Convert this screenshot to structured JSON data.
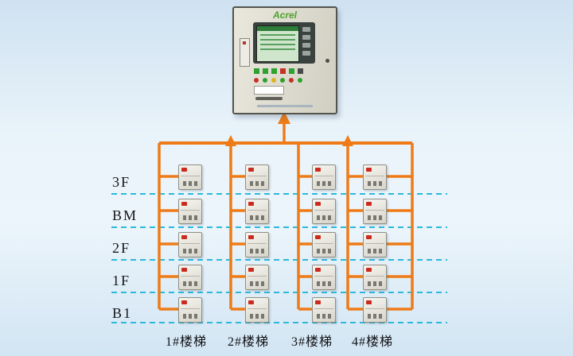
{
  "colors": {
    "wire": "#ee7b17",
    "separator": "#2bb9dc",
    "brand": "#4ca32b",
    "led": "#cc2a1e"
  },
  "cabinet": {
    "brand": "Acrel"
  },
  "floors": [
    {
      "label": "3F"
    },
    {
      "label": "BM"
    },
    {
      "label": "2F"
    },
    {
      "label": "1F"
    },
    {
      "label": "B1"
    }
  ],
  "stairs": [
    {
      "label": "1#楼梯"
    },
    {
      "label": "2#楼梯"
    },
    {
      "label": "3#楼梯"
    },
    {
      "label": "4#楼梯"
    }
  ]
}
